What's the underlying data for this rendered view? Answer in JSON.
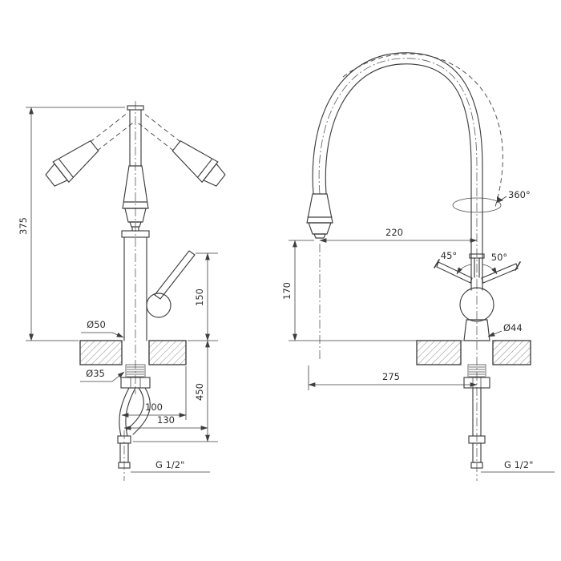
{
  "left_view": {
    "dim_total_height": "375",
    "dim_spout_height": "150",
    "dim_hose_drop": "450",
    "dim_body_diameter": "Ø50",
    "dim_shank_diameter": "Ø35",
    "dim_hose_offset_1": "100",
    "dim_hose_offset_2": "130",
    "thread_label": "G 1/2\""
  },
  "right_view": {
    "rotation_label": "360°",
    "dim_spout_reach": "220",
    "dim_outlet_height": "170",
    "angle_handle_left": "45°",
    "angle_handle_right": "50°",
    "dim_base_diameter": "Ø44",
    "dim_total_reach": "275",
    "thread_label": "G 1/2\""
  },
  "colors": {
    "line": "#3e3e3e",
    "text": "#2e2e2e",
    "background": "#ffffff"
  }
}
